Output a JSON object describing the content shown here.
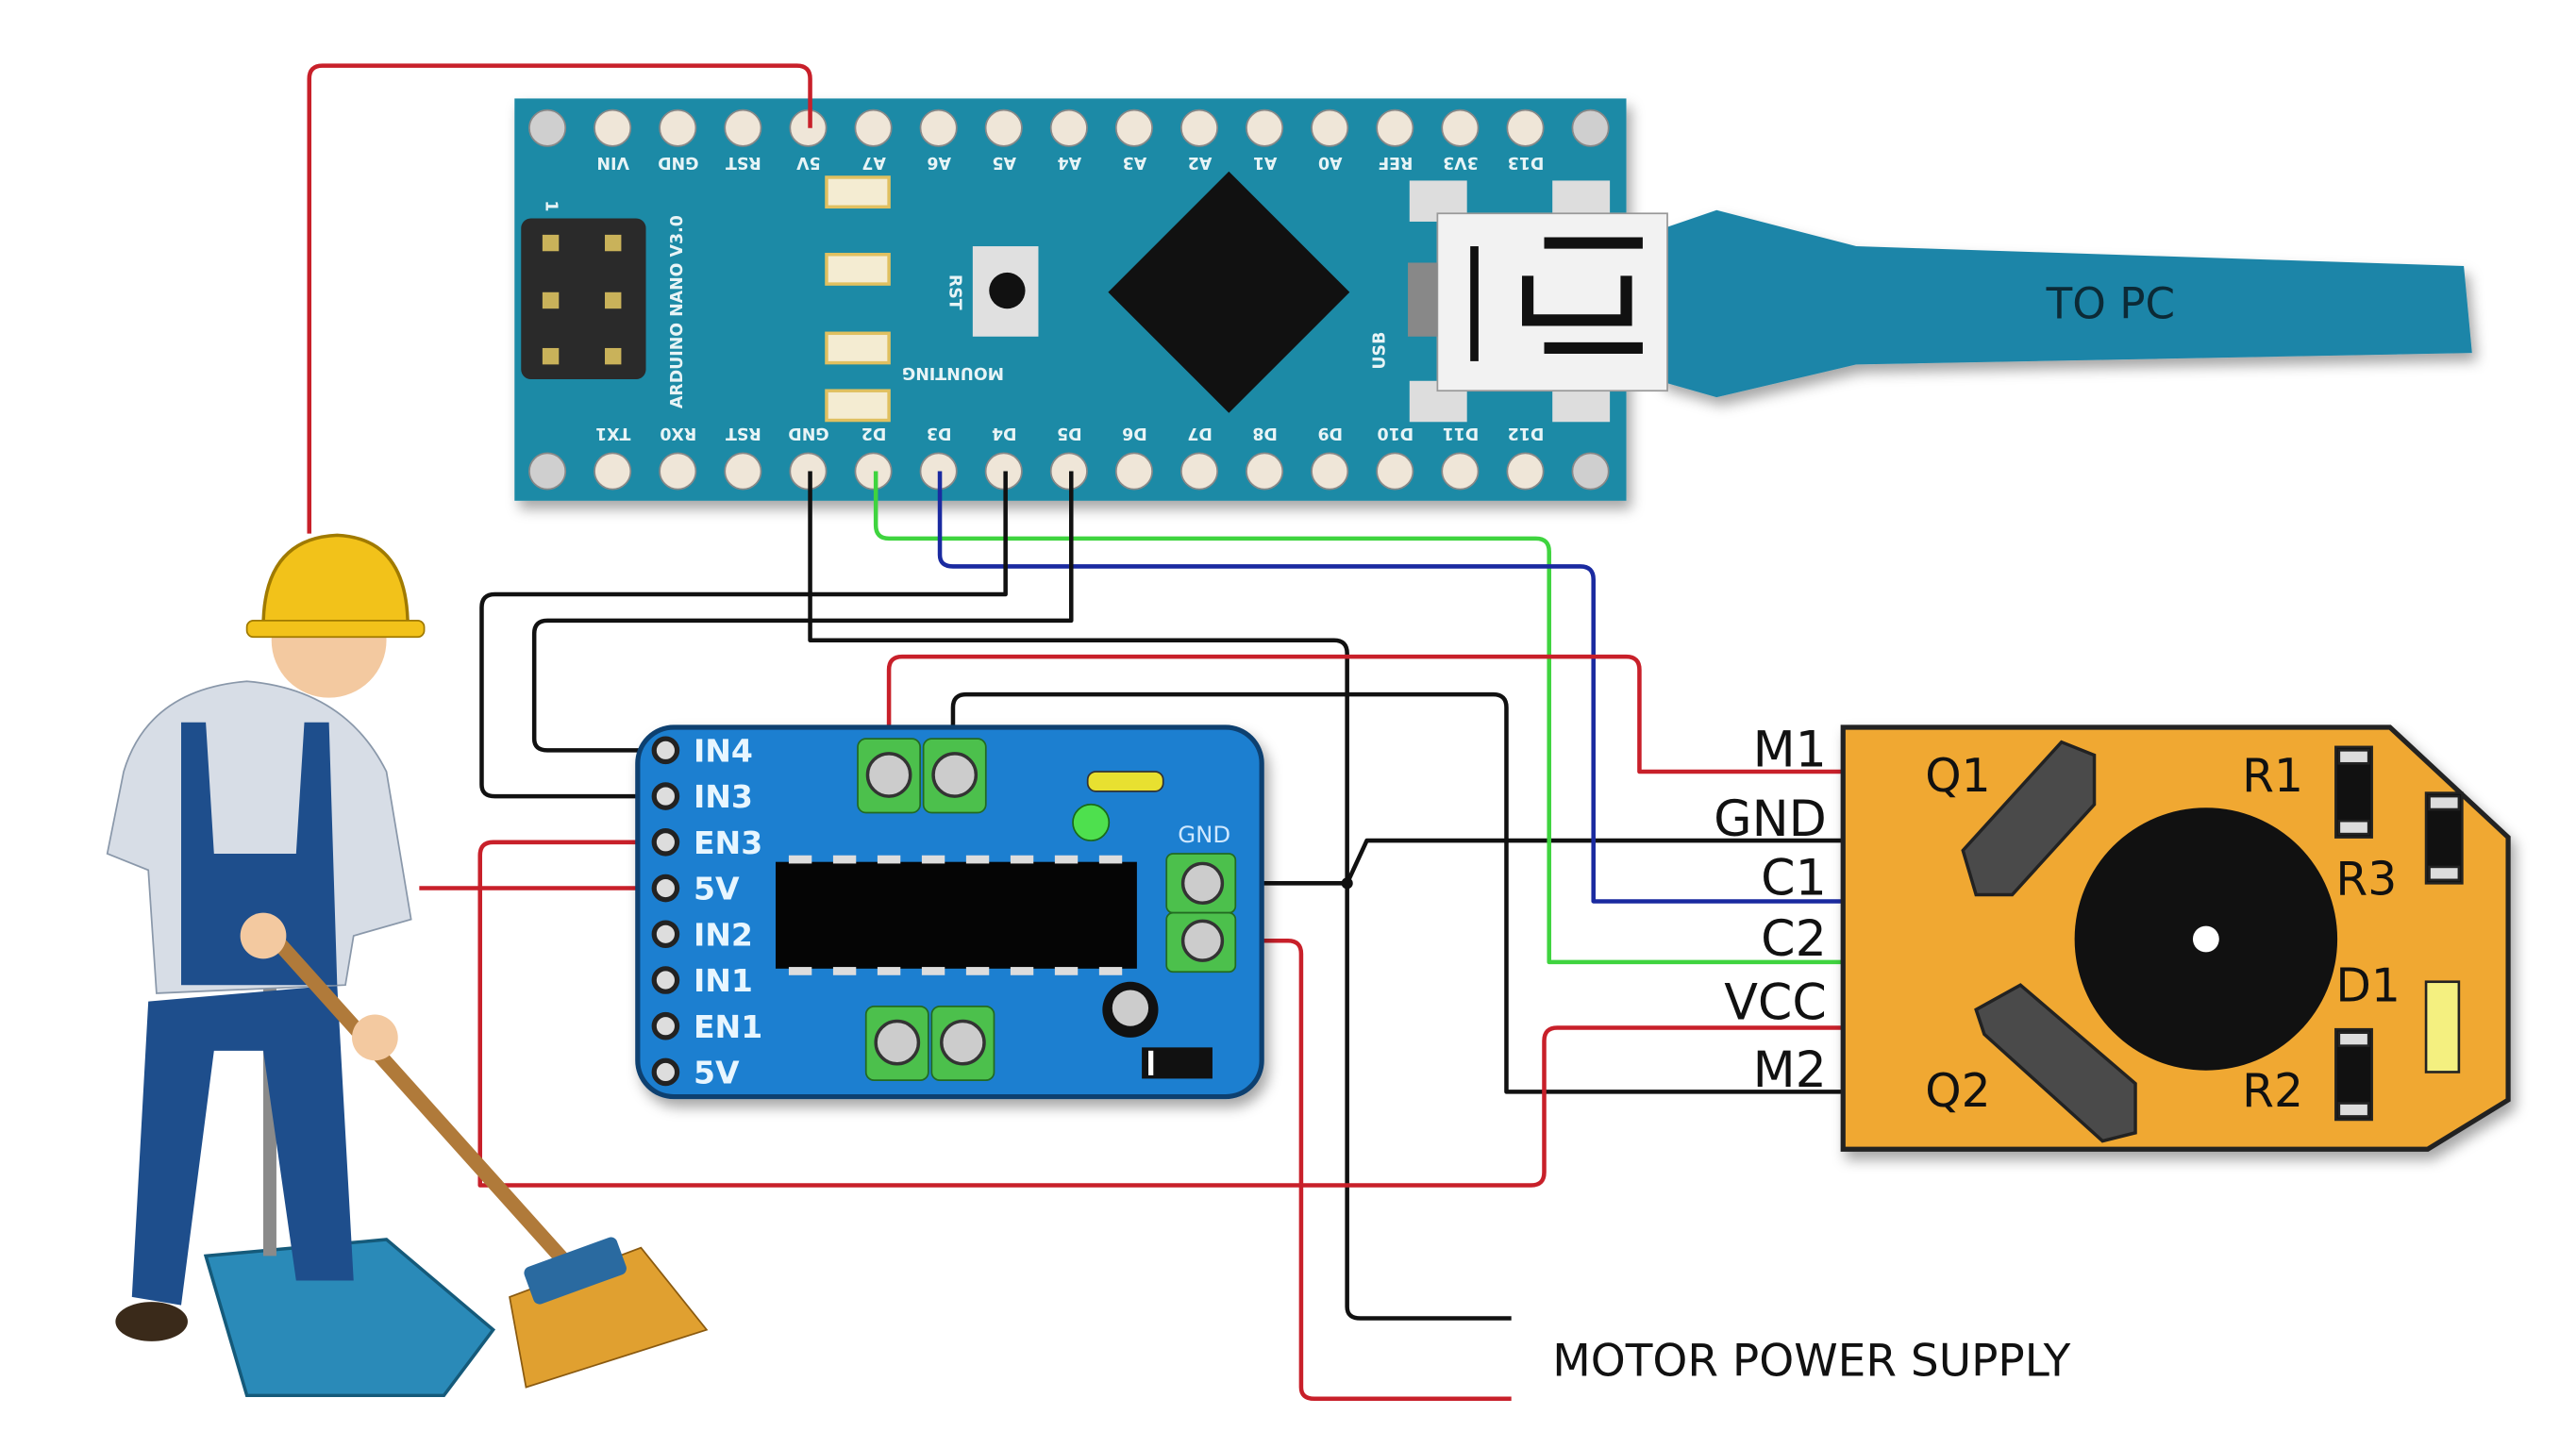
{
  "colors": {
    "arduino_board": "#1a8aa6",
    "driver_board": "#1f7fd0",
    "encoder_board": "#f0a830",
    "usb_cable": "#1d85a8",
    "wire_red": "#c8202a",
    "wire_black": "#111111",
    "wire_green": "#3fd43f",
    "wire_blue": "#1a2aa0",
    "terminal_green": "#4cc04c"
  },
  "arduino": {
    "top_pins": [
      "VIN",
      "GND",
      "RST",
      "5V",
      "A7",
      "A6",
      "A5",
      "A4",
      "A3",
      "A2",
      "A1",
      "A0",
      "REF",
      "3V3",
      "D13"
    ],
    "bottom_pins": [
      "TX1",
      "RX0",
      "RST",
      "GND",
      "D2",
      "D3",
      "D4",
      "D5",
      "D6",
      "D7",
      "D8",
      "D9",
      "D10",
      "D11",
      "D12"
    ],
    "board_name": "ARDUINO NANO V3.0",
    "reset_label": "RST",
    "side_label": "MOUNTING",
    "usb_label": "USB",
    "jumper_label": "1",
    "cable_label": "TO PC"
  },
  "driver": {
    "pins": [
      "IN4",
      "IN3",
      "EN3",
      "5V",
      "IN2",
      "IN1",
      "EN1",
      "5V"
    ],
    "gnd_label": "GND"
  },
  "encoder": {
    "pins": [
      "M1",
      "GND",
      "C1",
      "C2",
      "VCC",
      "M2"
    ],
    "components": [
      "Q1",
      "R1",
      "R3",
      "D1",
      "Q2",
      "R2"
    ]
  },
  "motor_supply_label": "MOTOR POWER SUPPLY",
  "icons": [
    "worker-sweeping-illustration"
  ]
}
